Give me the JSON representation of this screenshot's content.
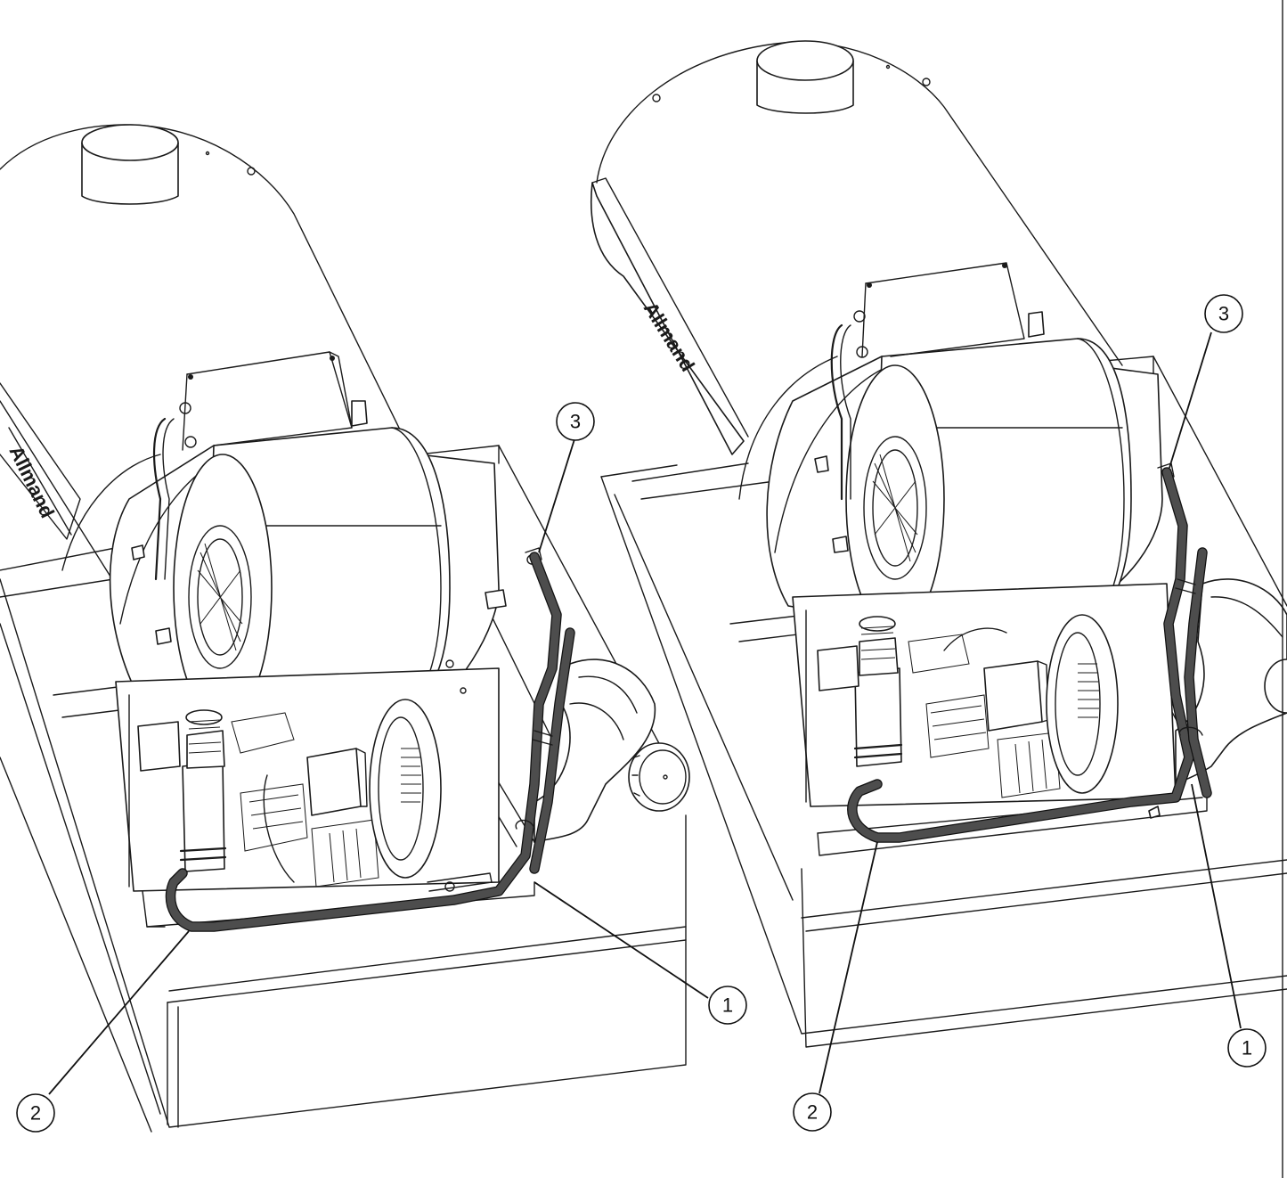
{
  "brand": {
    "logo_text": "Allmand"
  },
  "callouts": {
    "left": {
      "c1": "1",
      "c2": "2",
      "c3": "3"
    },
    "right": {
      "c1": "1",
      "c2": "2",
      "c3": "3"
    }
  }
}
